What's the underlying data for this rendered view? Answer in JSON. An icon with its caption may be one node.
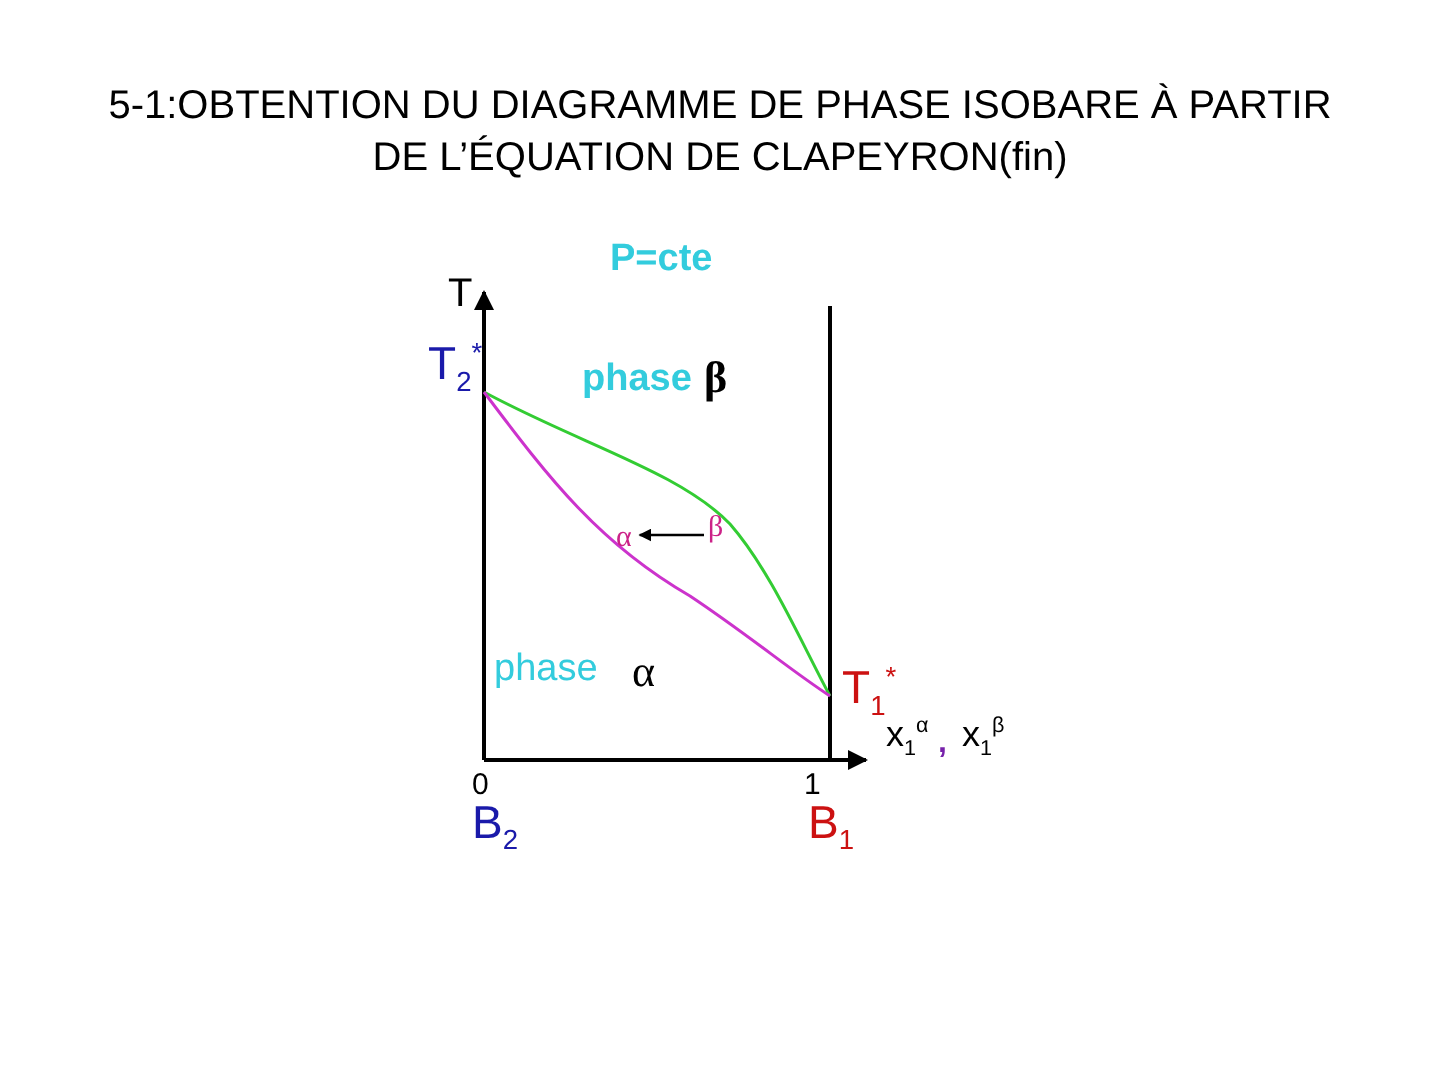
{
  "diagram": {
    "title": "5-1:OBTENTION DU DIAGRAMME DE PHASE ISOBARE À PARTIR DE L’ÉQUATION DE CLAPEYRON(fin)",
    "nodes": [
      {
        "text": [
          "α"
        ]
      },
      {
        "text": [
          "β"
        ]
      }
    ],
    "edges": [
      {
        "from": 1,
        "to": 0,
        "arrow": "to"
      }
    ],
    "labels": [
      "P=cte",
      "T",
      "T$_{2}$$^{*}$",
      "phase",
      "β",
      "phase",
      "α",
      "T$_{1}$$^{*}$",
      "0",
      "1",
      "x$_{1}$$^{α}$",
      ",",
      "x$_{1}$$^{β}$",
      "B$_{2}$",
      "B$_{1}$"
    ]
  }
}
